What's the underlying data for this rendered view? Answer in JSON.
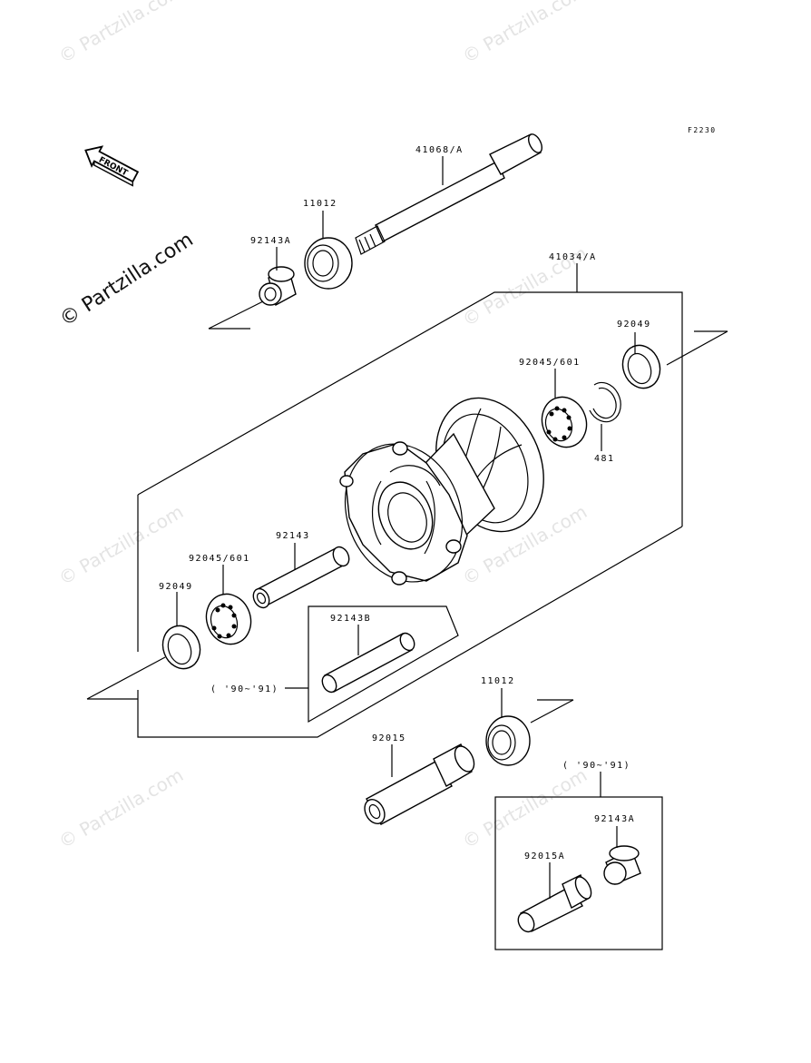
{
  "figure_code": "F2230",
  "front_label": "FRONT",
  "watermark_text": "© Partzilla.com",
  "brand_watermark": "© Partzilla.com",
  "labels": {
    "axle": "41068/A",
    "spacer_top": "92143A",
    "seal_top": "11012",
    "hub": "41034/A",
    "seal_right": "92049",
    "bearing_right": "92045/601",
    "circlip": "481",
    "spacer_main": "92143",
    "bearing_left": "92045/601",
    "seal_left": "92049",
    "spacer_alt": "92143B",
    "year_note_1": "( '90~'91)",
    "seal_bottom": "11012",
    "collar": "92015",
    "year_note_2": "( '90~'91)",
    "spacer_alt2": "92143A",
    "collar_alt": "92015A"
  }
}
